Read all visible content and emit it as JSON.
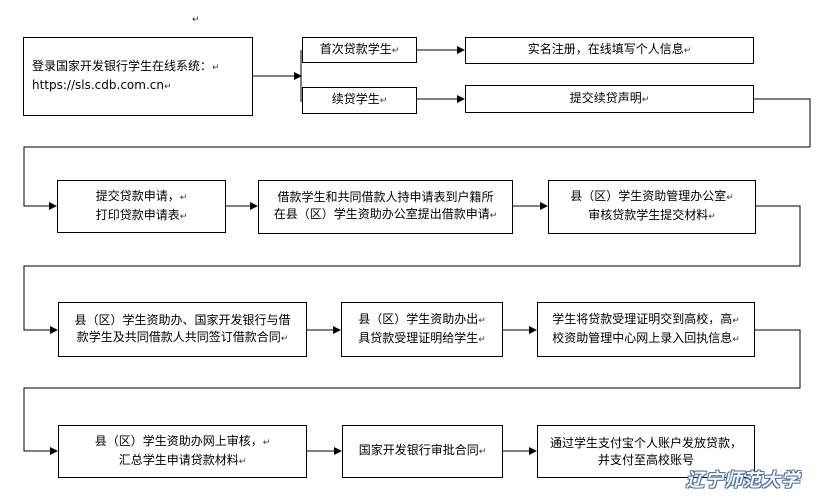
{
  "paragraph_mark": "↵",
  "top_line_mark": "↵",
  "steps": {
    "login": {
      "line1": "登录国家开发银行学生在线系统：",
      "line2": "https://sls.cdb.com.cn"
    },
    "first_loan": "首次贷款学生",
    "renewal": "续贷学生",
    "register": "实名注册，在线填写个人信息",
    "renewal_statement": "提交续贷声明",
    "submit_application": {
      "line1": "提交贷款申请，",
      "line2": "打印贷款申请表"
    },
    "bring_to_office": {
      "line1": "借款学生和共同借款人持申请表到户籍所",
      "line2": "在县（区）学生资助办公室提出借款申请"
    },
    "county_review": {
      "line1": "县（区）学生资助管理办公室",
      "line2": "审核贷款学生提交材料"
    },
    "sign_contract": {
      "line1": "县（区）学生资助办、国家开发银行与借",
      "line2": "款学生及共同借款人共同签订借款合同"
    },
    "issue_certificate": {
      "line1": "县（区）学生资助办出",
      "line2": "具贷款受理证明给学生"
    },
    "submit_to_school": {
      "line1": "学生将贷款受理证明交到高校，高",
      "line2": "校资助管理中心网上录入回执信息"
    },
    "online_review": {
      "line1": "县（区）学生资助办网上审核，",
      "line2": "汇总学生申请贷款材料"
    },
    "bank_approval": "国家开发银行审批合同",
    "disbursement": {
      "line1": "通过学生支付宝个人账户发放贷款，",
      "line2": "并支付至高校账号"
    }
  },
  "watermark": "辽宁师范大学"
}
